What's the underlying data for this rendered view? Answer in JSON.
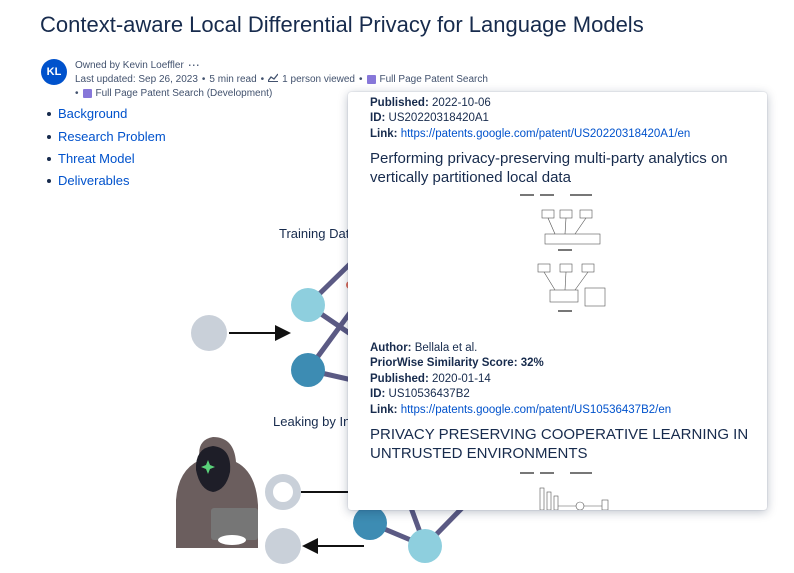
{
  "page": {
    "title": "Context-aware Local Differential Privacy for Language Models",
    "owner_avatar": "KL",
    "owned_by": "Owned by Kevin Loeffler",
    "more_icon": "⋯",
    "last_updated": "Last updated: Sep 26, 2023",
    "read_time": "5 min read",
    "viewed": "1 person viewed",
    "app_link_1": "Full Page Patent Search",
    "app_link_2": "Full Page Patent Search (Development)"
  },
  "toc": [
    {
      "label": "Background"
    },
    {
      "label": "Research Problem"
    },
    {
      "label": "Threat Model"
    },
    {
      "label": "Deliverables"
    }
  ],
  "diagram": {
    "caption_top": "Training Dat",
    "caption_bottom": "Leaking by In"
  },
  "popup": {
    "published_label": "Published:",
    "id_label": "ID:",
    "link_label": "Link:",
    "author_label": "Author:",
    "score_label": "PriorWise Similarity Score:",
    "first": {
      "published": "2022-10-06",
      "id": "US20220318420A1",
      "link": "https://patents.google.com/patent/US20220318420A1/en"
    },
    "results": [
      {
        "title": "Performing privacy-preserving multi-party analytics on vertically partitioned local data",
        "author": "Bellala et al.",
        "score": "32%",
        "published": "2020-01-14",
        "id": "US10536437B2",
        "link": "https://patents.google.com/patent/US10536437B2/en"
      },
      {
        "title": "PRIVACY PRESERVING COOPERATIVE LEARNING IN UNTRUSTED ENVIRONMENTS"
      }
    ]
  },
  "colors": {
    "link": "#0052cc",
    "node_light": "#8ecfde",
    "node_dark": "#3d8cb3",
    "node_gray": "#c9d0d9",
    "edge": "#5b5a84"
  }
}
